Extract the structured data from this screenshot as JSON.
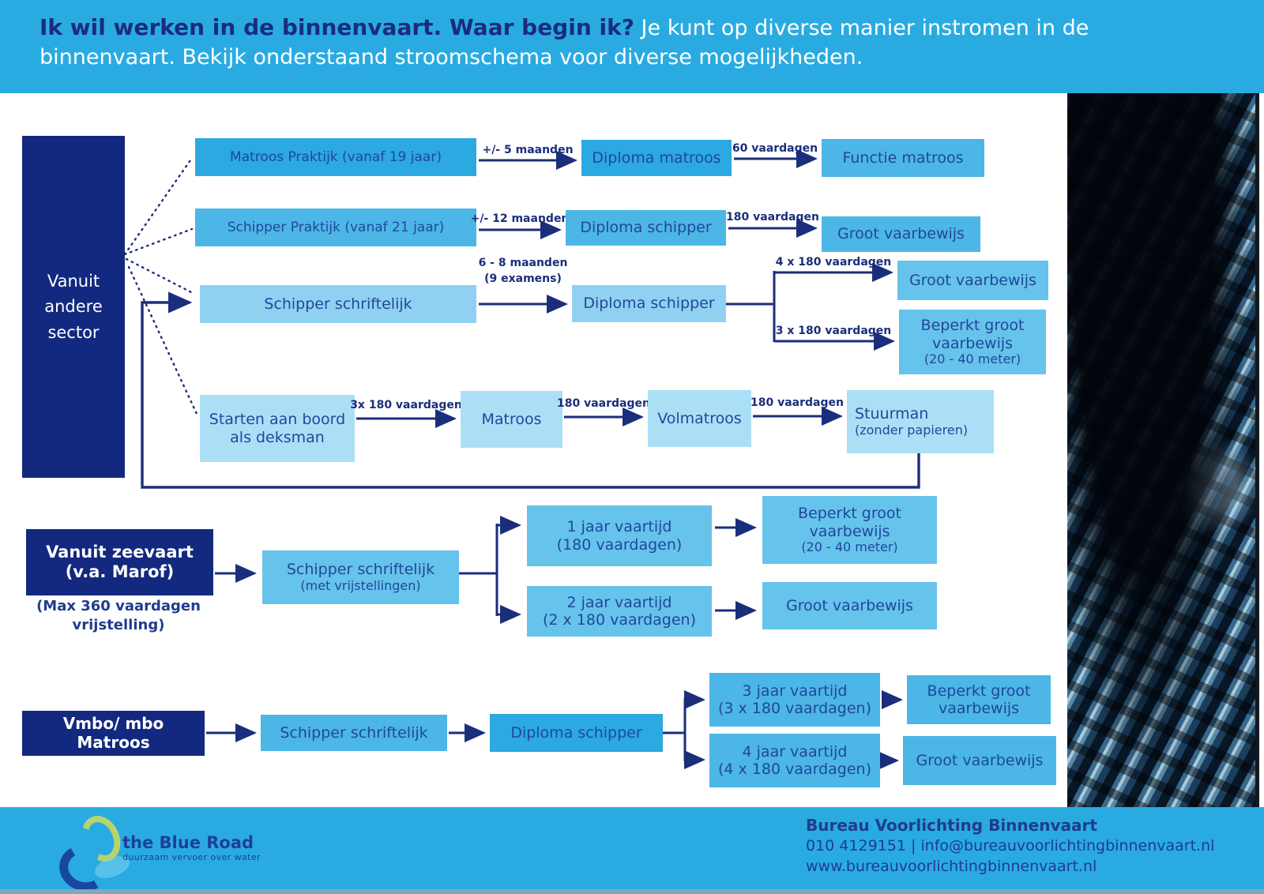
{
  "header": {
    "title_bold": "Ik wil werken in de binnenvaart. Waar begin ik?",
    "title_rest": " Je kunt op diverse manier instromen in de binnenvaart. Bekijk onderstaand stroomschema voor diverse mogelijkheden."
  },
  "colors": {
    "band_blue": "#29ABE2",
    "navy_box": "#13297F",
    "navy_text": "#21479C",
    "wire_navy": "#1B2E7B",
    "box_bright": "#2BA9E0",
    "box_medium_bright": "#4CB6E6",
    "box_medium": "#66C3EB",
    "box_light": "#90D1F1",
    "box_lightest": "#ABDFF6",
    "logo_green": "#B9D36B",
    "logo_navy": "#17479E",
    "logo_cyan": "#7DD6EE"
  },
  "section_other": {
    "source": "Vanuit andere sector",
    "row1": {
      "box1": "Matroos Praktijk (vanaf 19 jaar)",
      "arrow1": "+/- 5 maanden",
      "box2": "Diploma matroos",
      "arrow2": "60 vaardagen",
      "box3": "Functie matroos"
    },
    "row2": {
      "box1": "Schipper Praktijk (vanaf 21 jaar)",
      "arrow1": "+/- 12 maanden",
      "box2": "Diploma schipper",
      "arrow2": "180 vaardagen",
      "box3": "Groot vaarbewijs"
    },
    "row3": {
      "box1": "Schipper schriftelijk",
      "arrow1_line1": "6 - 8 maanden",
      "arrow1_line2": "(9 examens)",
      "box2": "Diploma schipper",
      "arrow_top": "4 x 180 vaardagen",
      "box_top": "Groot vaarbewijs",
      "arrow_bottom": "3 x 180 vaardagen",
      "box_bottom_main": "Beperkt groot vaarbewijs",
      "box_bottom_sub": "(20 - 40 meter)"
    },
    "row4": {
      "box1": "Starten aan boord als deksman",
      "arrow1": "3x 180 vaardagen",
      "box2": "Matroos",
      "arrow2": "180 vaardagen",
      "box3": "Volmatroos",
      "arrow3": "180 vaardagen",
      "box4_main": "Stuurman",
      "box4_sub": "(zonder papieren)"
    }
  },
  "section_zeevaart": {
    "source_line1": "Vanuit zeevaart",
    "source_line2": "(v.a. Marof)",
    "source_note": "(Max 360 vaardagen vrijstelling)",
    "box1_main": "Schipper schriftelijk",
    "box1_sub": "(met vrijstellingen)",
    "box_top_line1": "1 jaar vaartijd",
    "box_top_line2": "(180 vaardagen)",
    "box_bottom_line1": "2 jaar vaartijd",
    "box_bottom_line2": "(2 x 180 vaardagen)",
    "result_top_main": "Beperkt groot vaarbewijs",
    "result_top_sub": "(20 - 40 meter)",
    "result_bottom": "Groot vaarbewijs"
  },
  "section_vmbo": {
    "source": "Vmbo/ mbo Matroos",
    "box1": "Schipper schriftelijk",
    "box2": "Diploma schipper",
    "box_top_line1": "3 jaar vaartijd",
    "box_top_line2": "(3 x 180 vaardagen)",
    "box_bottom_line1": "4 jaar vaartijd",
    "box_bottom_line2": "(4 x 180 vaardagen)",
    "result_top": "Beperkt groot vaarbewijs",
    "result_bottom": "Groot vaarbewijs"
  },
  "footer": {
    "logo_title": "the Blue Road",
    "logo_tagline": "duurzaam vervoer over water",
    "org_name": "Bureau Voorlichting Binnenvaart",
    "contact_line": "010 4129151 | info@bureauvoorlichtingbinnenvaart.nl",
    "website": "www.bureauvoorlichtingbinnenvaart.nl"
  }
}
